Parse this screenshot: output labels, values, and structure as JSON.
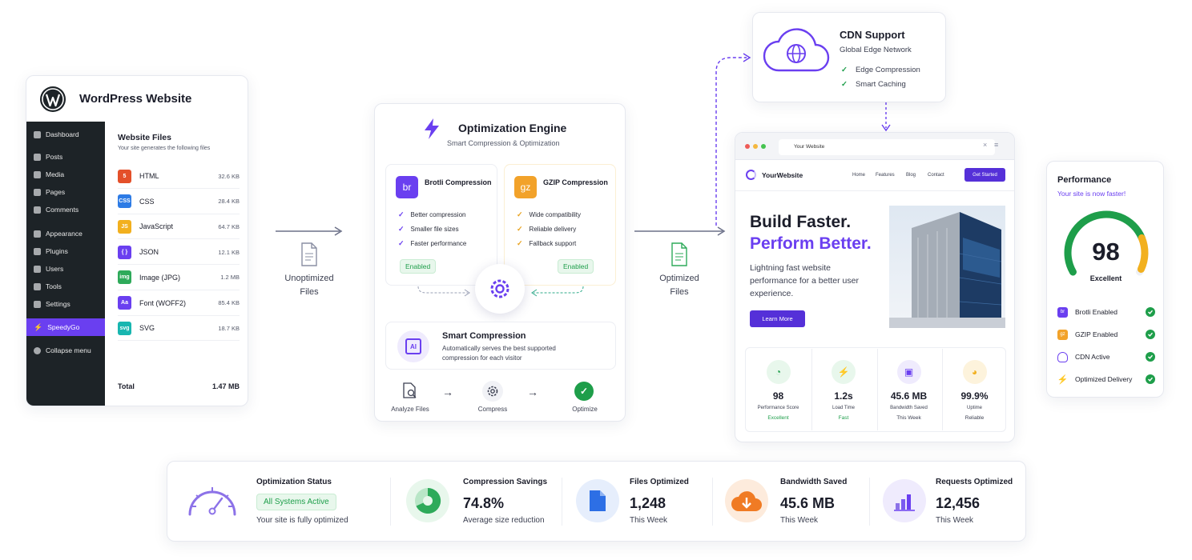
{
  "wordpress": {
    "title": "WordPress Website",
    "nav": [
      "Dashboard",
      "Posts",
      "Media",
      "Pages",
      "Comments",
      "Appearance",
      "Plugins",
      "Users",
      "Tools",
      "Settings",
      "SpeedyGo",
      "Collapse menu"
    ],
    "files_title": "Website Files",
    "files_subtitle": "Your site generates the following files",
    "files": [
      {
        "name": "HTML",
        "size": "32.6 KB",
        "badge": "5",
        "color": "#e4502a"
      },
      {
        "name": "CSS",
        "size": "28.4 KB",
        "badge": "CSS",
        "color": "#2d7be5"
      },
      {
        "name": "JavaScript",
        "size": "64.7 KB",
        "badge": "JS",
        "color": "#f2b01e"
      },
      {
        "name": "JSON",
        "size": "12.1 KB",
        "badge": "{ }",
        "color": "#6a3ff0"
      },
      {
        "name": "Image (JPG)",
        "size": "1.2 MB",
        "badge": "img",
        "color": "#2eaa5a"
      },
      {
        "name": "Font (WOFF2)",
        "size": "85.4 KB",
        "badge": "Aa",
        "color": "#6a3ff0"
      },
      {
        "name": "SVG",
        "size": "18.7 KB",
        "badge": "svg",
        "color": "#18b6b0"
      }
    ],
    "total_label": "Total",
    "total_value": "1.47 MB"
  },
  "flow": {
    "unoptimized": [
      "Unoptimized",
      "Files"
    ],
    "optimized": [
      "Optimized",
      "Files"
    ]
  },
  "engine": {
    "title": "Optimization Engine",
    "subtitle": "Smart Compression & Optimization",
    "brotli": {
      "badge": "br",
      "title": "Brotli Compression",
      "features": [
        "Better compression",
        "Smaller file sizes",
        "Faster performance"
      ],
      "status": "Enabled"
    },
    "gzip": {
      "badge": "gz",
      "title": "GZIP Compression",
      "features": [
        "Wide compatibility",
        "Reliable delivery",
        "Fallback support"
      ],
      "status": "Enabled"
    },
    "smart": {
      "title": "Smart Compression",
      "desc1": "Automatically serves the best supported",
      "desc2": "compression for each visitor"
    },
    "steps": [
      "Analyze Files",
      "Compress",
      "Optimize"
    ]
  },
  "cdn": {
    "title": "CDN Support",
    "subtitle": "Global Edge Network",
    "features": [
      "Edge Compression",
      "Smart Caching"
    ]
  },
  "browser": {
    "tab": "Your Website",
    "brand": "YourWebsite",
    "nav": [
      "Home",
      "Features",
      "Blog",
      "Contact"
    ],
    "cta": "Get Started",
    "hero_line1": "Build Faster.",
    "hero_line2": "Perform Better.",
    "hero_text": "Lightning fast website performance for a better user experience.",
    "learn_more": "Learn More",
    "stats": [
      {
        "value": "98",
        "label": "Performance Score",
        "sub": "Excellent"
      },
      {
        "value": "1.2s",
        "label": "Load Time",
        "sub": "Fast"
      },
      {
        "value": "45.6 MB",
        "label": "Bandwidth Saved",
        "sub": "This Week"
      },
      {
        "value": "99.9%",
        "label": "Uptime",
        "sub": "Reliable"
      }
    ]
  },
  "performance": {
    "title": "Performance",
    "subtitle": "Your site is now faster!",
    "score": 98,
    "score_text": "98",
    "score_label": "Excellent",
    "items": [
      "Brotli Enabled",
      "GZIP Enabled",
      "CDN Active",
      "Optimized Delivery"
    ]
  },
  "bottom": {
    "status": {
      "label": "Optimization Status",
      "badge": "All Systems Active",
      "sub": "Your site is fully optimized"
    },
    "savings": {
      "label": "Compression Savings",
      "value": "74.8%",
      "sub": "Average size reduction"
    },
    "files": {
      "label": "Files Optimized",
      "value": "1,248",
      "sub": "This Week"
    },
    "bandwidth": {
      "label": "Bandwidth Saved",
      "value": "45.6 MB",
      "sub": "This Week"
    },
    "requests": {
      "label": "Requests Optimized",
      "value": "12,456",
      "sub": "This Week"
    }
  },
  "colors": {
    "accent": "#6a3ff0",
    "success": "#1e9e4a",
    "warning": "#f2b01e"
  }
}
